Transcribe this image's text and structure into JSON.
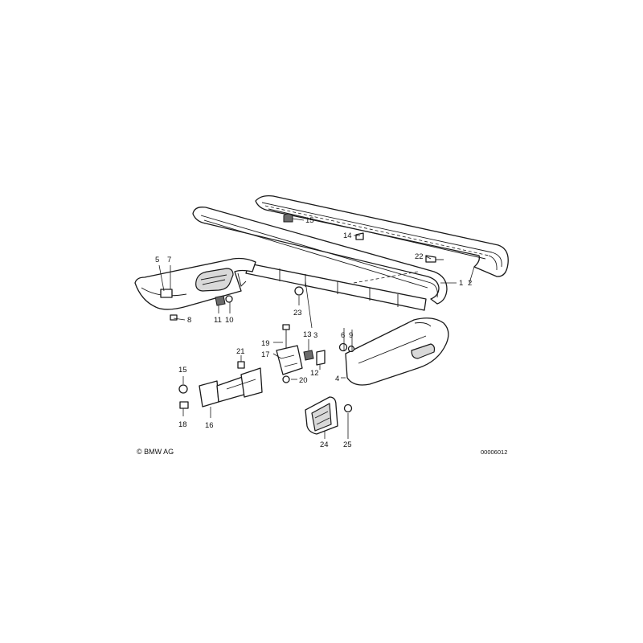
{
  "diagram": {
    "callouts": {
      "c1": "1",
      "c2": "2",
      "c3": "3",
      "c4": "4",
      "c5": "5",
      "c6": "6",
      "c7": "7",
      "c8": "8",
      "c9": "9",
      "c10": "10",
      "c11": "11",
      "c12": "12",
      "c13": "13",
      "c14": "14",
      "c15a": "15",
      "c15b": "15",
      "c16": "16",
      "c17": "17",
      "c18": "18",
      "c19": "19",
      "c20": "20",
      "c21": "21",
      "c22": "22",
      "c23": "23",
      "c24": "24",
      "c25": "25"
    },
    "copyright": "© BMW AG",
    "drawing_number": "00006012"
  }
}
